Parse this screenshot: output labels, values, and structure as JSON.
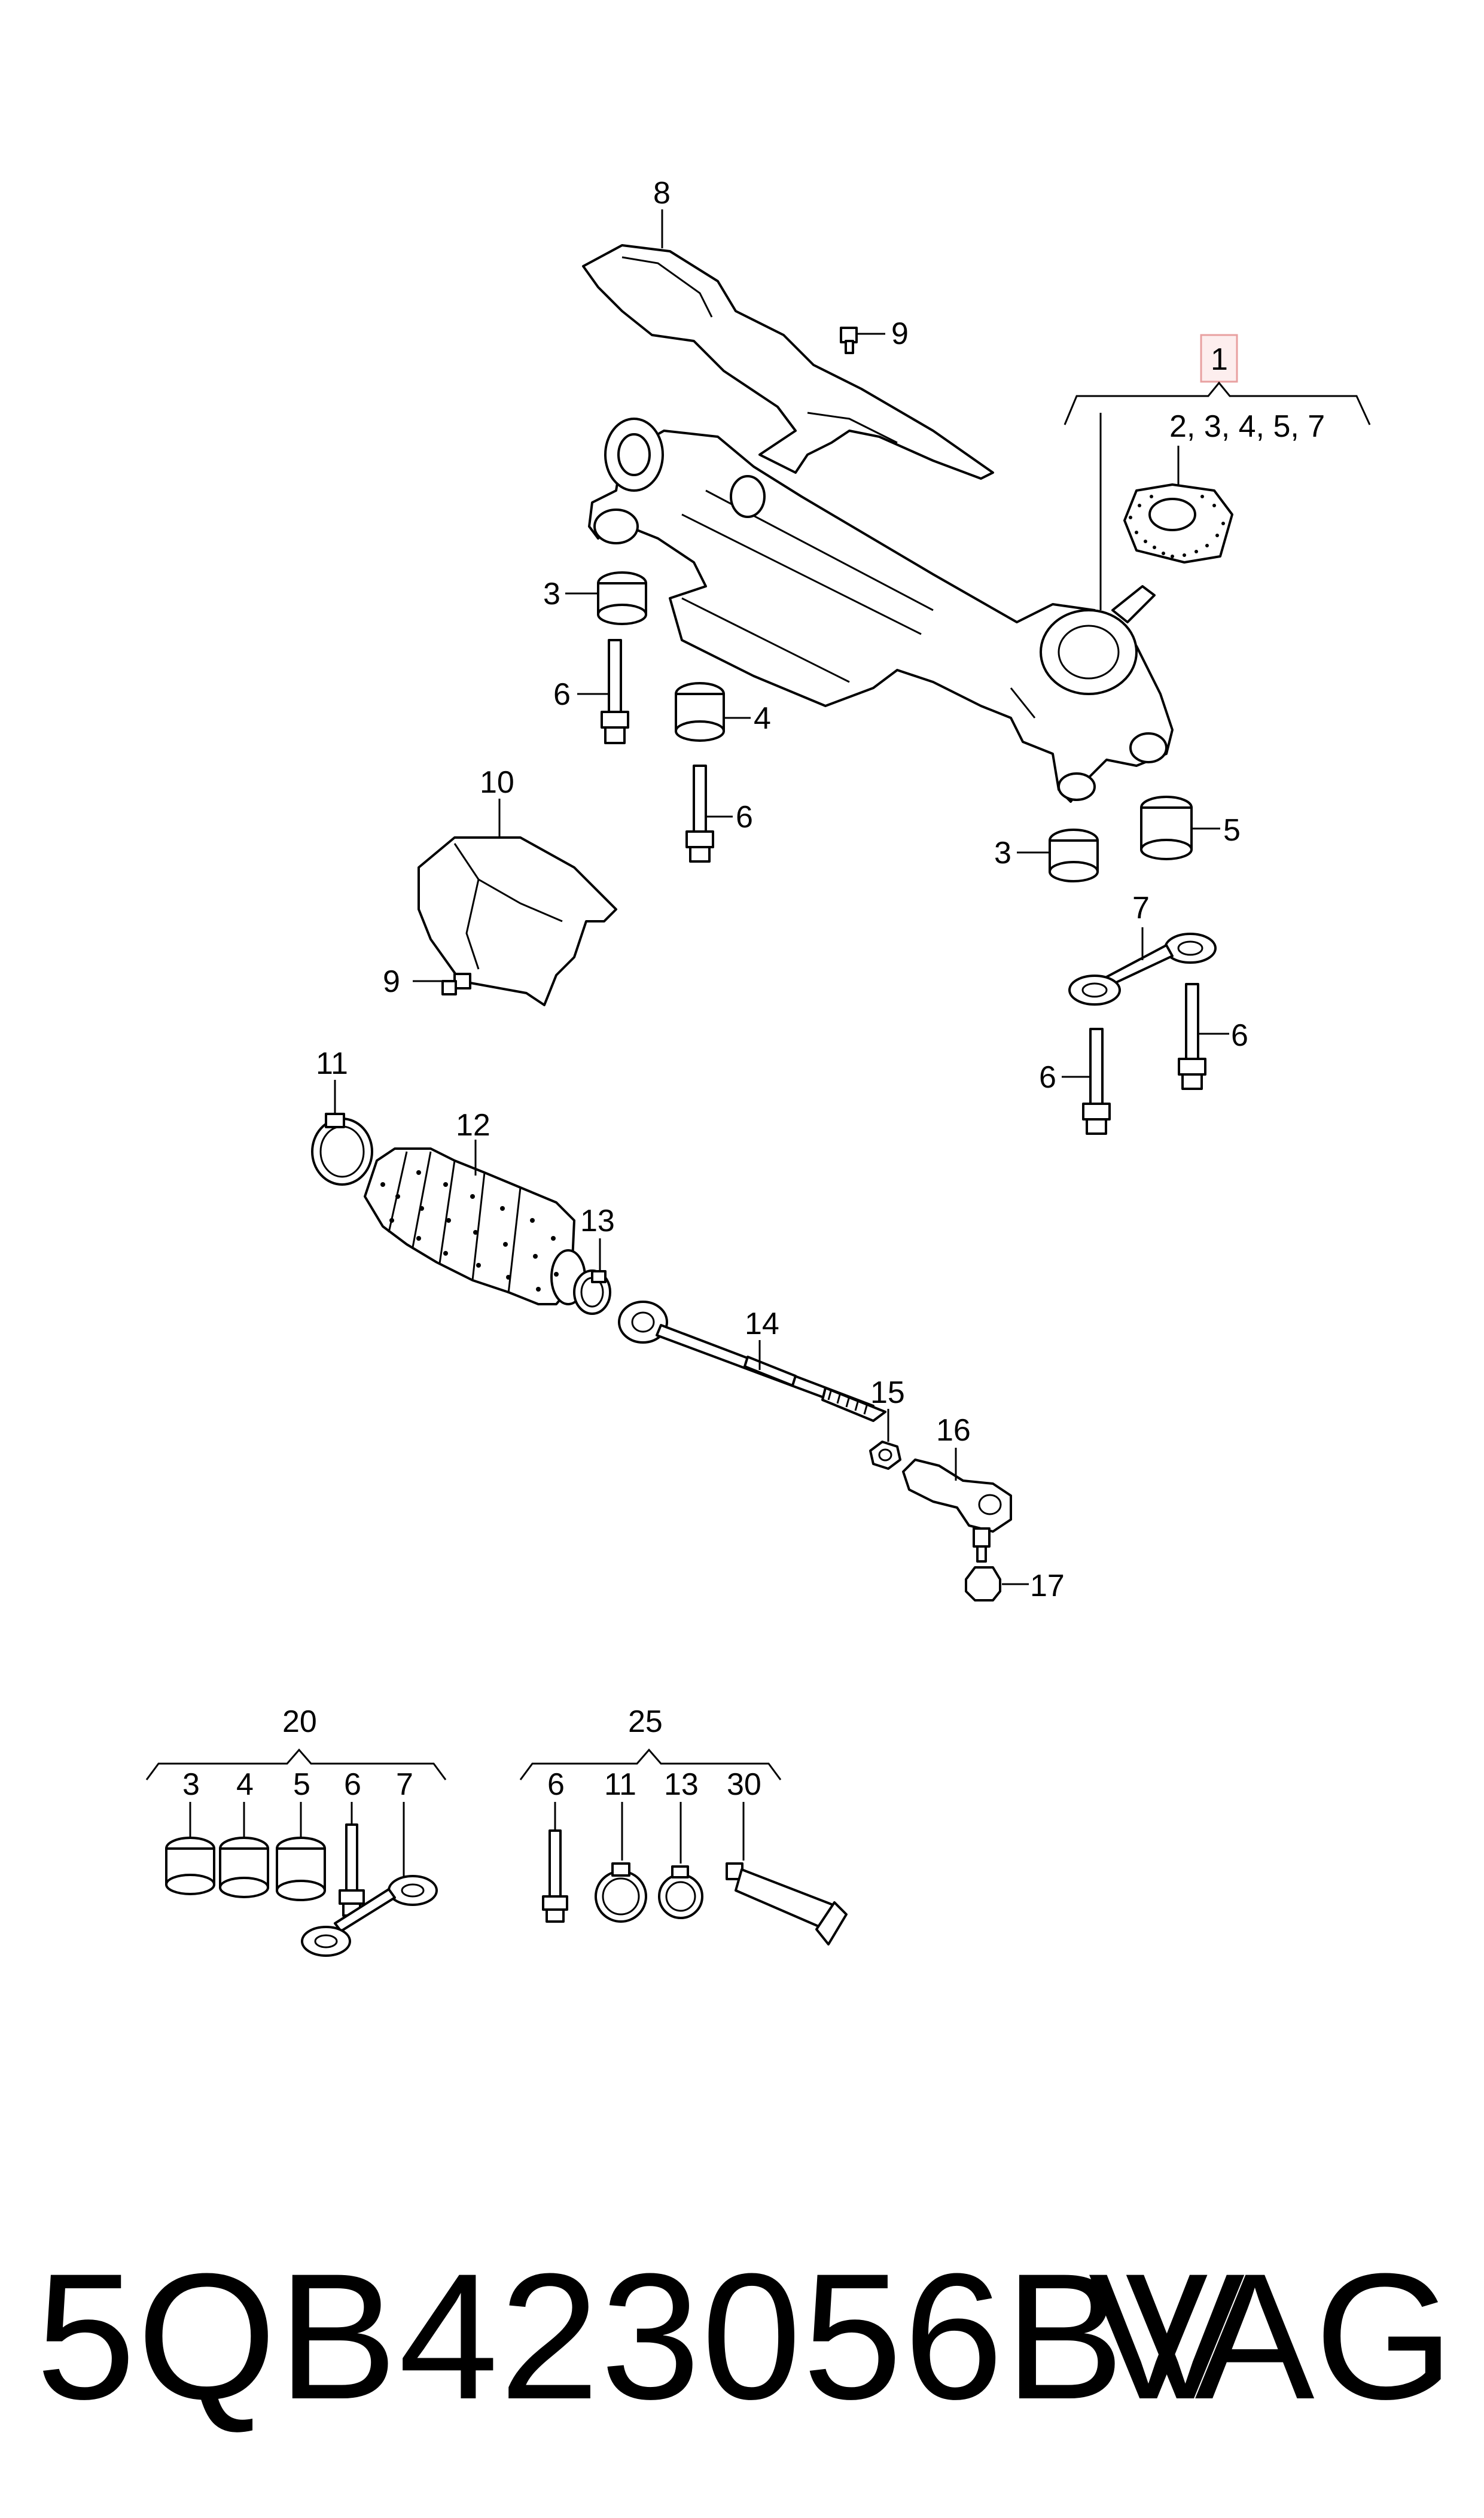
{
  "labels": {
    "l1": "1",
    "l1_sub": "2, 3, 4, 5, 7",
    "l8": "8",
    "l9a": "9",
    "l3a": "3",
    "l6a": "6",
    "l4": "4",
    "l6b": "6",
    "l3b": "3",
    "l5": "5",
    "l10": "10",
    "l9b": "9",
    "l7": "7",
    "l6c": "6",
    "l6d": "6",
    "l11": "11",
    "l12": "12",
    "l13": "13",
    "l14": "14",
    "l15": "15",
    "l16": "16",
    "l17": "17"
  },
  "kit20": {
    "title": "20",
    "items": [
      "3",
      "4",
      "5",
      "6",
      "7"
    ]
  },
  "kit25": {
    "title": "25",
    "items": [
      "6",
      "11",
      "13",
      "30"
    ]
  },
  "footer": {
    "part_number": "5QB423056BV",
    "brand": "VAG"
  },
  "colors": {
    "highlight_border": "#e8a0a0",
    "highlight_fill": "#fdeeee",
    "line": "#000000"
  }
}
